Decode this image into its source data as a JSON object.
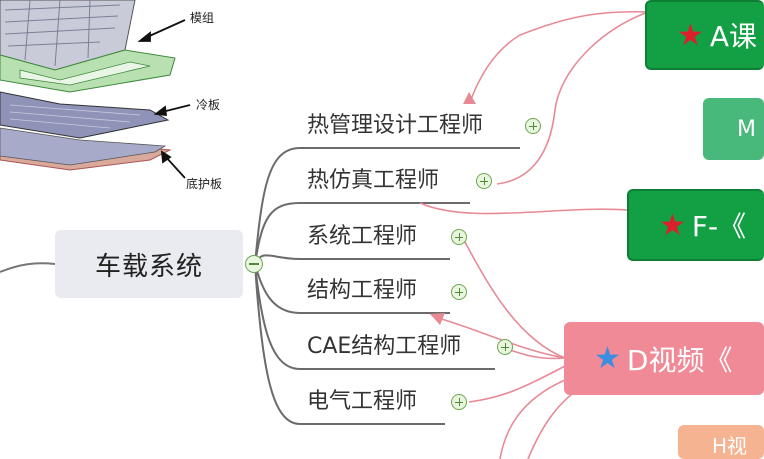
{
  "central": {
    "label": "车载系统"
  },
  "branches": [
    {
      "label": "热管理设计工程师"
    },
    {
      "label": "热仿真工程师"
    },
    {
      "label": "系统工程师"
    },
    {
      "label": "结构工程师"
    },
    {
      "label": "CAE结构工程师"
    },
    {
      "label": "电气工程师"
    }
  ],
  "figure": {
    "labels": {
      "module": "模组",
      "cold_plate": "冷板",
      "bottom_guard": "底护板"
    }
  },
  "cards": [
    {
      "label": "A课",
      "color": "#13a045",
      "star_color": "#d9202b",
      "icon": "star-icon"
    },
    {
      "label": "M",
      "color": "#48b97a",
      "icon": ""
    },
    {
      "label": "F-《",
      "color": "#13a045",
      "star_color": "#d9202b",
      "icon": "star-icon"
    },
    {
      "label": "D视频《",
      "color": "#ef8a96",
      "star_color": "#3a8de0",
      "icon": "star-icon"
    },
    {
      "label": "H视",
      "color": "#f6b391",
      "icon": ""
    }
  ],
  "colors": {
    "connector": "#666666",
    "cross_link": "#e88a96",
    "expand": "#6aa84f"
  }
}
